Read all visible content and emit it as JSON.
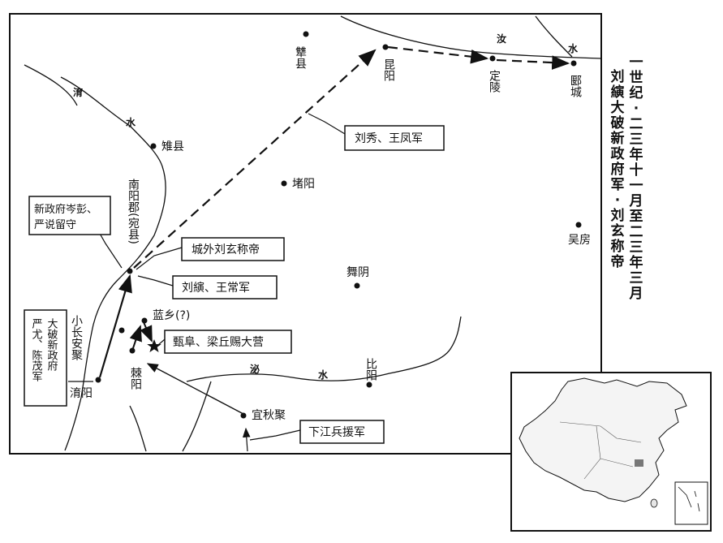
{
  "title_lines": [
    "一世纪·二三年十一月至二三年三月",
    "刘縯大破新政府军·刘玄称帝"
  ],
  "places": {
    "kunyang": "昆阳",
    "dingling": "定陵",
    "yancheng": "郾城",
    "yexian": "犨县",
    "zhixian": "雉县",
    "duyang": "堵阳",
    "wufang": "吴房",
    "wuyin": "舞阴",
    "biyang": "比阳",
    "nanyang": "南阳郡(宛县)",
    "xiaochang": "小长安聚",
    "lanxiang": "蓝乡(?)",
    "jiyang": "棘阳",
    "yuyang": "淯阳",
    "yiqiu": "宜秋聚"
  },
  "rivers": {
    "ying_left": "淯",
    "ying_shui": "水",
    "ru_left": "汝",
    "ru_shui": "水",
    "bi_left": "泌",
    "bi_shui": "水"
  },
  "callouts": {
    "liuxiu": "刘秀、王凤军",
    "xinzhengfu_1": "新政府岑彭、",
    "xinzhengfu_2": "严说留守",
    "chengwai": "城外刘玄称帝",
    "liuyan": "刘縯、王常军",
    "zhenfu": "甄阜、梁丘赐大营",
    "dapo_col1": "大破新政府",
    "dapo_col2": "严尤、陈茂军",
    "xiajiang": "下江兵援军"
  },
  "colors": {
    "ink": "#111111",
    "background": "#ffffff",
    "china_fill": "#f4f4f4",
    "region_mark": "#777777"
  }
}
